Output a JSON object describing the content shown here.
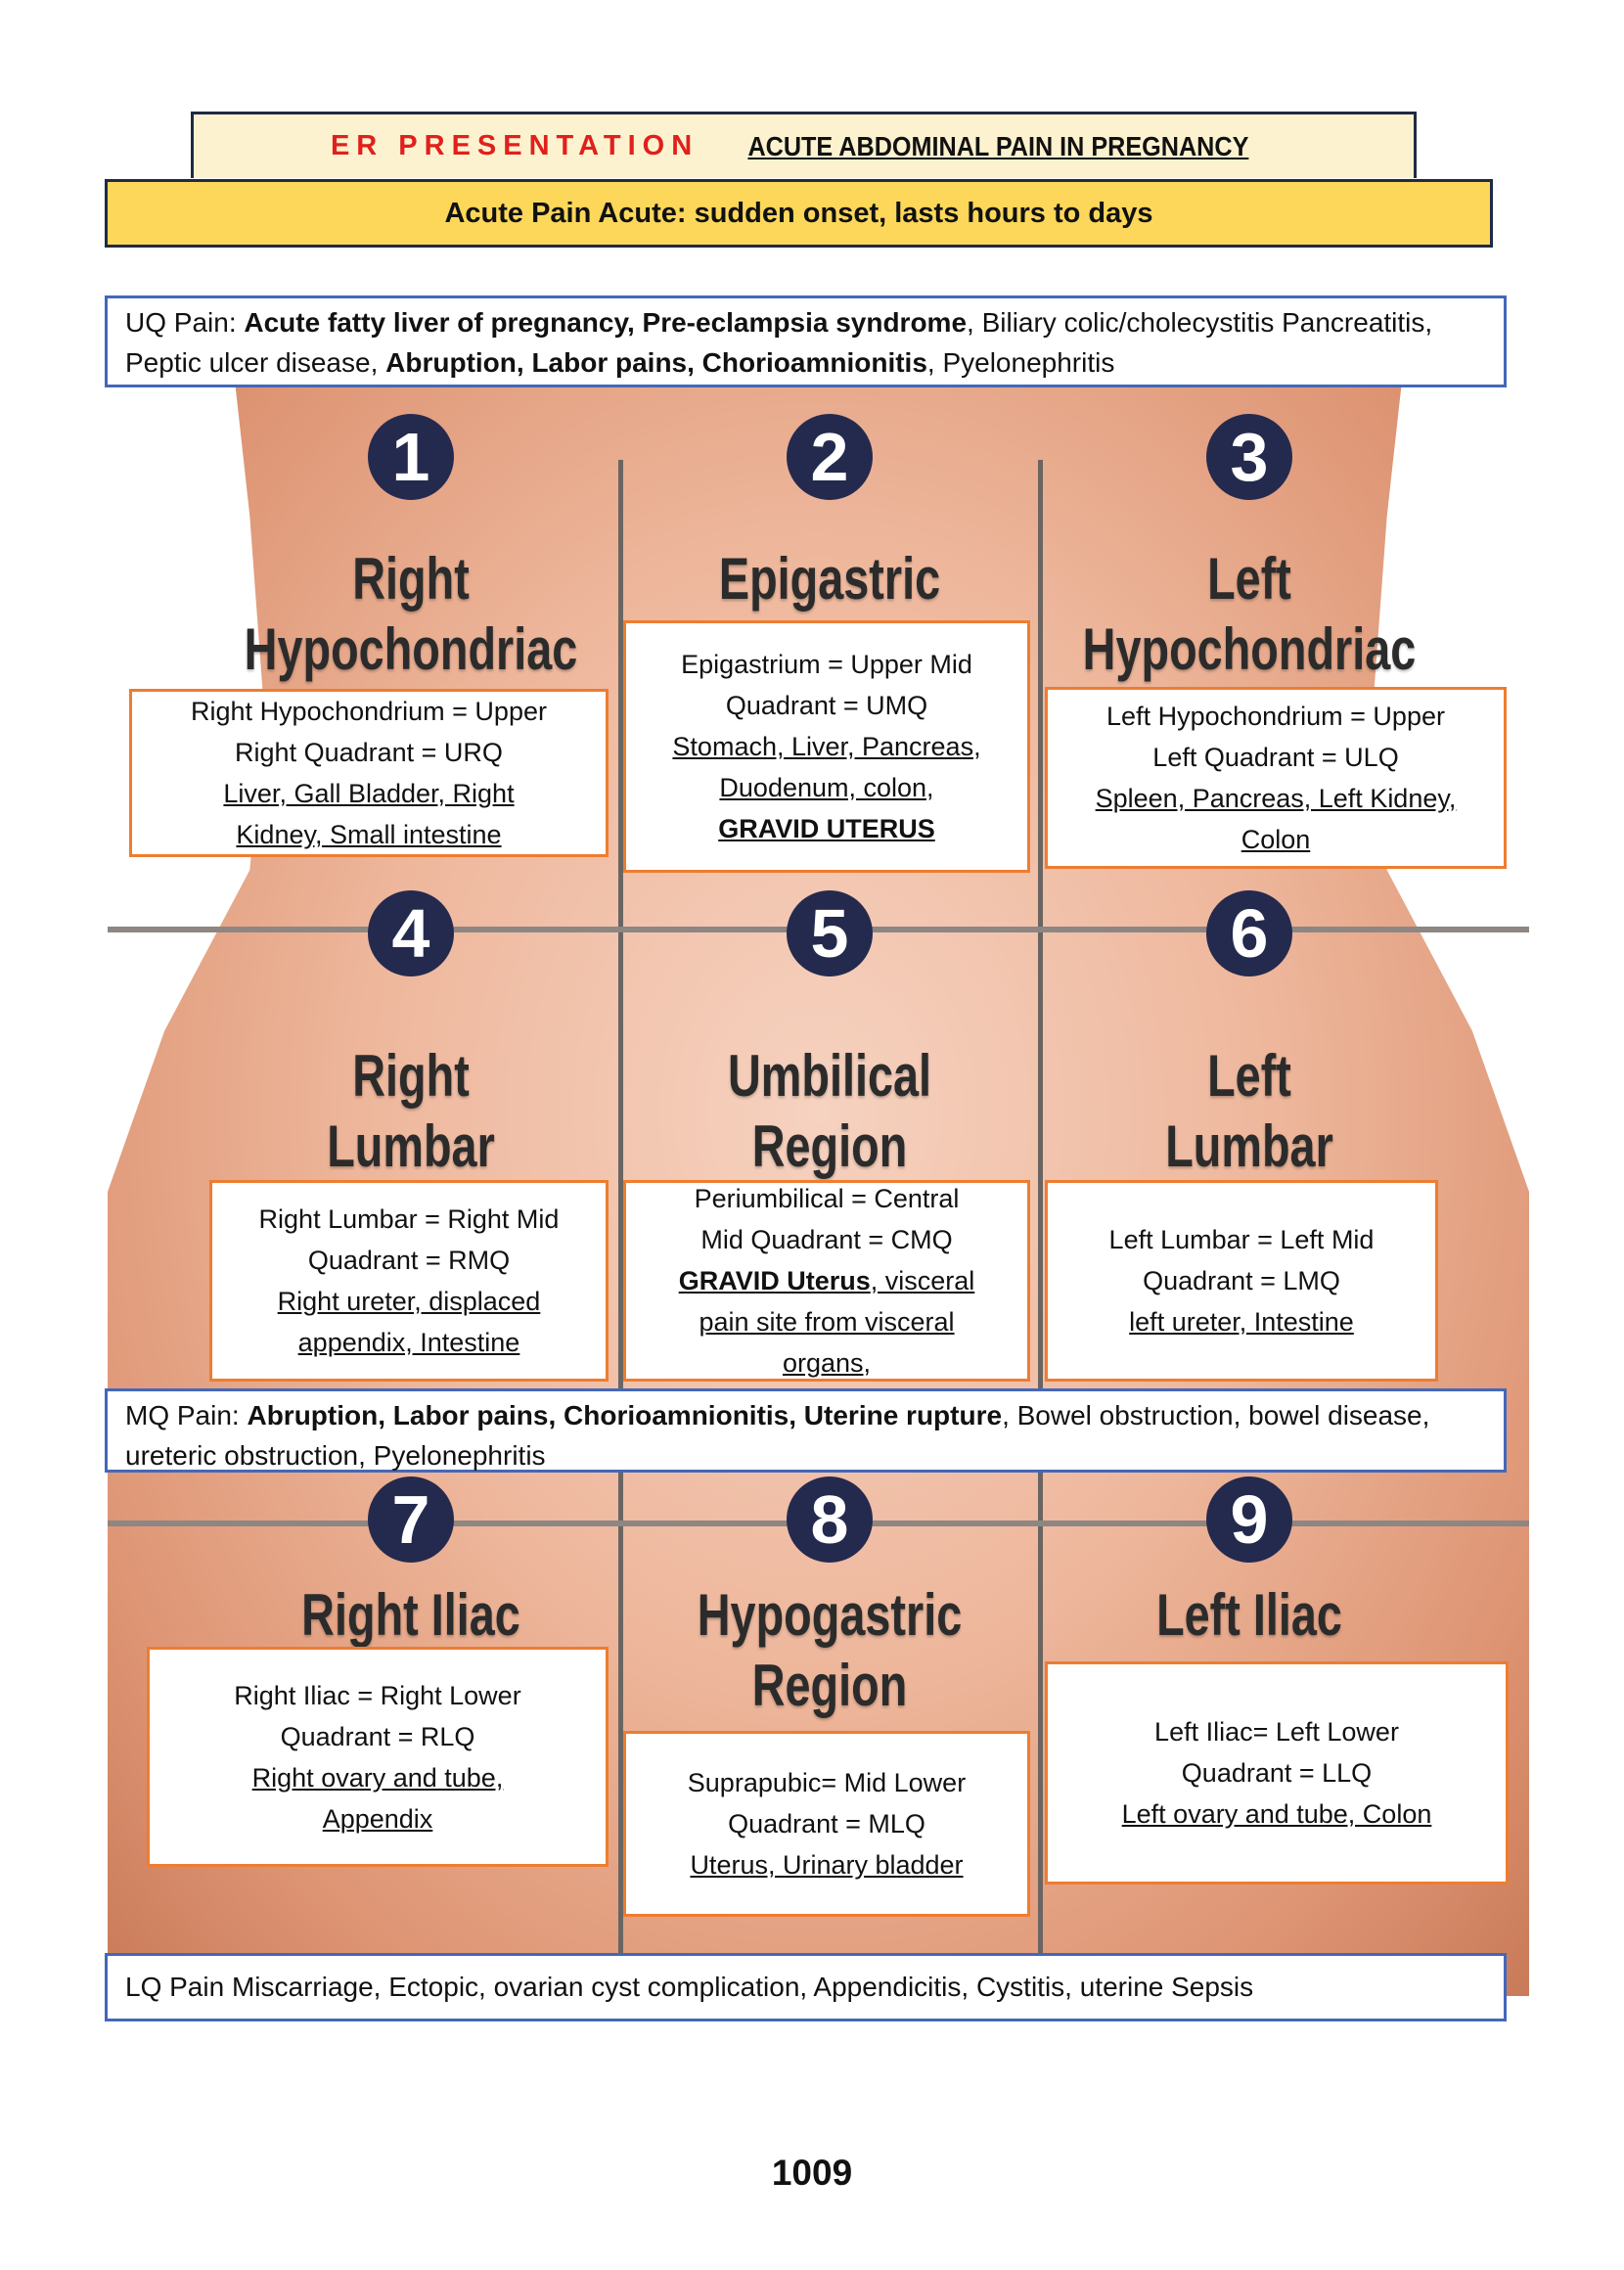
{
  "header": {
    "title_red": "ER PRESENTATION",
    "title_main": "ACUTE ABDOMINAL PAIN IN PREGNANCY",
    "subtitle": "Acute Pain Acute: sudden onset, lasts hours to days"
  },
  "uq_pain": [
    {
      "t": "UQ Pain: "
    },
    {
      "t": "Acute fatty liver of pregnancy, Pre-eclampsia syndrome",
      "b": 1
    },
    {
      "t": ", Biliary colic/cholecystitis Pancreatitis, Peptic ulcer disease, "
    },
    {
      "t": "Abruption, Labor pains, Chorioamnionitis",
      "b": 1
    },
    {
      "t": ", Pyelonephritis"
    }
  ],
  "mq_pain": [
    {
      "t": "MQ Pain: "
    },
    {
      "t": "Abruption, Labor pains, Chorioamnionitis, Uterine rupture",
      "b": 1
    },
    {
      "t": ", Bowel obstruction, bowel disease, ureteric obstruction, Pyelonephritis"
    }
  ],
  "lq_pain": [
    {
      "t": "LQ Pain Miscarriage, Ectopic, ovarian cyst complication, Appendicitis, Cystitis, uterine Sepsis"
    }
  ],
  "regions": [
    {
      "number": "1",
      "label": [
        "Right",
        "Hypochondriac"
      ],
      "box": [
        [
          {
            "t": "Right Hypochondrium = Upper"
          }
        ],
        [
          {
            "t": "Right Quadrant = URQ"
          }
        ],
        [
          {
            "t": "Liver, Gall Bladder, Right",
            "u": 1
          }
        ],
        [
          {
            "t": "Kidney, Small intestine",
            "u": 1
          }
        ]
      ]
    },
    {
      "number": "2",
      "label": [
        "Epigastric"
      ],
      "box": [
        [
          {
            "t": "Epigastrium = Upper Mid"
          }
        ],
        [
          {
            "t": "Quadrant = UMQ"
          }
        ],
        [
          {
            "t": "Stomach, Liver, Pancreas,",
            "u": 1
          }
        ],
        [
          {
            "t": "Duodenum, colon,",
            "u": 1
          }
        ],
        [
          {
            "t": "GRAVID UTERUS",
            "u": 1,
            "b": 1
          }
        ]
      ]
    },
    {
      "number": "3",
      "label": [
        "Left",
        "Hypochondriac"
      ],
      "box": [
        [
          {
            "t": "Left Hypochondrium = Upper"
          }
        ],
        [
          {
            "t": "Left Quadrant = ULQ"
          }
        ],
        [
          {
            "t": "Spleen, Pancreas, Left Kidney,",
            "u": 1
          }
        ],
        [
          {
            "t": "Colon",
            "u": 1
          }
        ]
      ]
    },
    {
      "number": "4",
      "label": [
        "Right",
        "Lumbar"
      ],
      "box": [
        [
          {
            "t": "Right Lumbar = Right Mid"
          }
        ],
        [
          {
            "t": "Quadrant = RMQ"
          }
        ],
        [
          {
            "t": "Right ureter, displaced",
            "u": 1
          }
        ],
        [
          {
            "t": "appendix, Intestine",
            "u": 1
          }
        ]
      ]
    },
    {
      "number": "5",
      "label": [
        "Umbilical",
        "Region"
      ],
      "box": [
        [
          {
            "t": "Periumbilical = Central"
          }
        ],
        [
          {
            "t": "Mid Quadrant = CMQ"
          }
        ],
        [
          {
            "t": "GRAVID Uterus",
            "u": 1,
            "b": 1
          },
          {
            "t": ", visceral",
            "u": 1
          }
        ],
        [
          {
            "t": "pain site from visceral",
            "u": 1
          }
        ],
        [
          {
            "t": "organs,",
            "u": 1
          }
        ]
      ]
    },
    {
      "number": "6",
      "label": [
        "Left",
        "Lumbar"
      ],
      "box": [
        [
          {
            "t": "Left Lumbar = Left Mid"
          }
        ],
        [
          {
            "t": "Quadrant = LMQ"
          }
        ],
        [
          {
            "t": "left ureter, Intestine",
            "u": 1
          }
        ]
      ]
    },
    {
      "number": "7",
      "label": [
        "Right Iliac"
      ],
      "box": [
        [
          {
            "t": "Right Iliac = Right Lower"
          }
        ],
        [
          {
            "t": "Quadrant = RLQ"
          }
        ],
        [
          {
            "t": "Right ovary and tube,",
            "u": 1
          }
        ],
        [
          {
            "t": "Appendix",
            "u": 1
          }
        ]
      ]
    },
    {
      "number": "8",
      "label": [
        "Hypogastric",
        "Region"
      ],
      "box": [
        [
          {
            "t": "Suprapubic= Mid Lower"
          }
        ],
        [
          {
            "t": "Quadrant = MLQ"
          }
        ],
        [
          {
            "t": "Uterus, Urinary bladder",
            "u": 1
          }
        ]
      ]
    },
    {
      "number": "9",
      "label": [
        "Left Iliac"
      ],
      "box": [
        [
          {
            "t": "Left Iliac= Left Lower"
          }
        ],
        [
          {
            "t": "Quadrant = LLQ"
          }
        ],
        [
          {
            "t": "Left ovary and tube, Colon",
            "u": 1
          }
        ]
      ]
    }
  ],
  "page_number": "1009"
}
